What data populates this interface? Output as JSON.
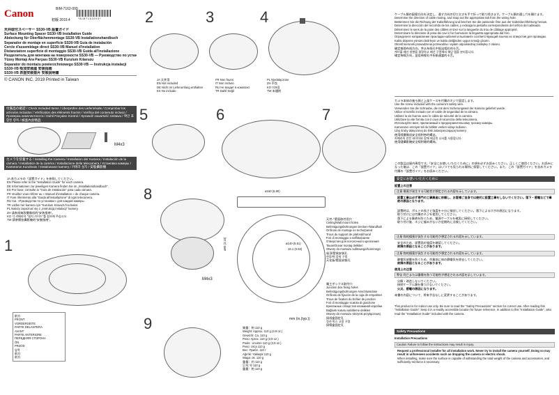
{
  "header": {
    "brand": "Canon",
    "doc_code": "BIM-7162-000",
    "edition": "初版   2019.4",
    "title_lines": [
      "天井取付スペーサー SS30-VB 設置ガイド",
      "Surface Mounting Spacer SS30-VB Installation Guide",
      "Abdeckung für Oberflächenmontage SS30-VB Installationshandbuch",
      "Separador de montaje en superficie SS30-VB Guía de instalación",
      "Cercle d'assemblage direct SS30-VB Manuel d'installation",
      "Distanziatore superficie di montaggio SS30-VB Guida all'installazione",
      "Разделитель для монтажа на поверхности SS30-VB — Руководство по установке",
      "Yüzey Montajı Ara Parçası SS30-VB Kurulum Kılavuzu",
      "Separator do montażu powierzchniowego SS30-VB — Instrukcja instalacji",
      "SS30-VB 吸顶安装座 安装指南",
      "SS30-VB 表面安裝墊片 安裝說明書"
    ],
    "copyright": "© CANON INC. 2019  Printed in Taiwan"
  },
  "accessories_bar": "付属品の確認 / Check Included Items / Überprüfen des Lieferinhalts / Comprobar los artículos incluidos / Vérification des éléments fournis / Verifica del contenuto incluso / Проверка комплектности / Dahil Parçaları Kontrol / Sprawdź zawartość zestawu / 확인 포함된 항목 / 檢查內含物品",
  "screw_label": "M4x3",
  "camera_bar": "カメラを装着する / Installing the Camera / Installation der Kamera / Instalación de la cámara / Installation de la caméra / Installazione della telecamera / Установка камеры / Kameranın Kurulması / Instalowanie kamery / 카메라 설치 / 安裝攝影機",
  "camera_langs": [
    "JA  各カメラの「設置ガイド」を参照してください。",
    "EN  Please refer to the \"Installation Guide\" for each camera.",
    "DE  Informationen zur jeweiligen Kamera finden Sie im „Installationshandbuch\".",
    "ES  Por favor, consulte la \"Guía de instalación\" para cada cámara.",
    "FR  Veuillez vous référer au « Manuel d'installation » de chaque caméra.",
    "IT  Fare riferimento alla \"Guida all'installazione\" di ogni telecamera.",
    "RU  См. «Руководство по установке» для каждой камеры.",
    "TR  Lütfen her kamera için \"Kurulum Kılavuzu\"na bakın.",
    "PL  Należy zapoznać się z „Instrukcją instalacji\" kamery.",
    "ZH  请参阅每款摄像机的\"安装指南\"。",
    "KO  각 카메라의 \"설치 가이드\"를 참조해 주십시오.",
    "TW  請參閱各攝影機的\"安裝指南\"。"
  ],
  "step1_legend": [
    "前方",
    "FRONT",
    "VORDERSEITE",
    "PARTE DELANTERA",
    "AVANT",
    "PARTE ANTERIORE",
    "ПЕРЕДНЯЯ СТОРОНА",
    "ÖN",
    "PRZÓD",
    "앞쪽",
    "前方",
    "前方"
  ],
  "step2_legend": [
    [
      "JA 天井用",
      "EN Not included",
      "DE Nicht im Lieferumfang enthalten",
      "ES No incluido"
    ],
    [
      "FR Non fourni",
      "IT Non incluso",
      "RU Не входит в комплект",
      "TR Dahil Değil"
    ],
    [
      "PL Niedołączone",
      "ZH 不含",
      "KO 미포함",
      "TW 未隨附"
    ]
  ],
  "step_numbers": [
    "1",
    "2",
    "3",
    "4",
    "5",
    "6",
    "7",
    "8",
    "9"
  ],
  "dimension_labels": {
    "width_top": "ø150 (5.90)",
    "inner": "ø140 (5.51)",
    "height": "16.1 (0.63)",
    "hole": "ø80 (3.15)",
    "units": "mm (in.(typ.))"
  },
  "ceiling_holes": [
    "天井 / 壁面取付用穴",
    "Ceiling/Wall mount holes",
    "Befestigungsbohrungen Decken-/Wandhalterung",
    "Orificios de montaje en techo/pared",
    "Trous du support de plafond/mural",
    "Fori di montaggio a soffitto/parete",
    "Отверстия для потолочного крепления",
    "Tavan/Duvar montaj delikleri",
    "Otwory do montażu sufitowego/ściennego",
    "吸顶/壁装安装孔",
    "천장/벽 장착 구멍",
    "天花板/壁面安裝孔"
  ],
  "junction_box": [
    "電工ボックス取付穴",
    "Junction box fixing holes",
    "Befestigungsbohrungen Anschlussdose",
    "Orificios de fijación de la caja de empalmes",
    "Trous de fixation du boîtier de jonction",
    "Fori di montaggio scatola di giunzione",
    "Крепежные отверстия клеммной коробки",
    "Bağlantı kutusu sabitleme delikleri",
    "Otwory do montażu skrzynki przyłączowej",
    "接线盒固定孔",
    "정션 박스 고정 구멍",
    "接線盒固定孔"
  ],
  "weight_lines": [
    "質量：約 110 g",
    "Weight: Approx. 110 g (3.9 oz.)",
    "Gewicht: Ca. 110 g",
    "Peso: Aprox. 110 g (3,9 oz.)",
    "Poids : environ 110 g (3,9 oz.)",
    "Peso: circa 110 g",
    "Вес: Прибл. 110 г",
    "Ağırlık: Yaklaşık 110 g",
    "Waga: ok. 110 g",
    "重量：约 110 g",
    "무게: 약 110 g",
    "重量：約 110 g"
  ],
  "right_top": {
    "jp_step4": [
      "ケーブル類の配線方向を決定し、通す方向の切り欠きを手で折って取り除きます。ケーブル類の通し穴を開けます。",
      "Determine the direction of cable routing, and snap out the appropriate tab from the wiring hole.",
      "Bestimmen Sie die Richtung der Kabelführung und brechen Sie die passende Öse aus der Kabeldurchführung heraus.",
      "Determine la dirección del recorrido de los cables, y extraiga la pestaña correspondiente del orificio del cableado.",
      "Déterminez le sens de la pose des câbles et tirez sur la languette du trou de câblage approprié.",
      "Determinare la direzione di posa dei cavi e far fuoriuscire la linguetta appropriata dal foro.",
      "Определите направление прокладки кабелей и выломите соответствующий язычок из отверстия для проводки.",
      "Kablo döşeme yönünü belirleyin ve kablo deliğinden uygun tırnağı çıkarın.",
      "Określ kierunek prowadzenia przewodów i wyłam odpowiednią zaślepkę z otworu.",
      "确定电缆布线方向，并从布线孔中扳出相应的卡舌。",
      "케이블 배선 방향을 결정하고 배선 구멍에서 해당 탭을 분리합니다.",
      "確定佈線方向，並從佈線孔中折斷適當的卡舌。"
    ],
    "jp_step5": [
      "カメラ本体の後ろ側と上部ケースを付属のネジで固定します。",
      "Use the screw included with the camera's safety wire.",
      "Verwenden Sie die Schraube, die mit dem Sicherungsseil der Kamera geliefert wurde.",
      "Utilice el tornillo incluido con el cable de seguridad de la cámara.",
      "Utilisez la vis fournie avec le câble de sécurité de la caméra.",
      "Utilizzare la vite fornita con il cavo di sicurezza della telecamera.",
      "Используйте винт, прилагаемый к предохранительному тросику камеры.",
      "Kameranın emniyet teli ile birlikte verilen vidayı kullanın.",
      "Użyj śruby dołączonej do linki zabezpieczającej kamery.",
      "使用随摄像机安全线附带的螺丝。",
      "카메라의 안전 와이어와 함께 제공된 나사를 사용합니다.",
      "使用隨攝影機安全線附贈的螺絲。"
    ],
    "intro": "この製品は屋内専用です。「安全にお使いいただくために」の項を必ずお読みください。正しくご使用ください。お読みになった後は、この「設置ガイド」はいつでも見られる場所に保管してください。また、この「設置ガイド」を含めカメラ付属の「設置ガイド」をお読みください。",
    "safety_bar": "安全にお使いいただくために",
    "install_note": "設置上の注意",
    "warning1": "注意  傷害が発生する可能性が想定される内容を示しています。",
    "warning_bold": "設置工事は必ず専門の工事業者に依頼し、お客様ご自身では絶対に設置工事をしないでください。落下・感電などで事故の原因となります。",
    "bullets_a": [
      "設置時は、ボルトの長さと強度を十分に検討してください。落下によるけがの原因になります。",
      "取り付けには付属のネジを使用してください。",
      "落下による事故を防ぐため、電源ケーブルを確実に接続してください。",
      "取り付け後、ネジに緩みがないか定期的に点検してください。"
    ],
    "caution_bar": "注意  物的損害が発生する可能性が想定される内容を示しています。",
    "caution_bullets": [
      "安全のため、設置面の強度を確認してください。",
      "故障の原因となることがあります。"
    ],
    "caution_bar2": "注意  物的損害が発生する可能性が想定される内容を示しています。",
    "caution_bullets2": [
      "静電気放電を防ぐため、作業前に体の静電気を除去してください。",
      "故障の原因となることがあります。"
    ],
    "after_install": "使用上の注意",
    "warning2": "警告  死亡または重傷を負う可能性が想定される内容を示しています。",
    "bullets_b": [
      "分解・改造しないでください。",
      "接続ケーブル類を傷つけないでください。",
      "火災、感電の原因になります。"
    ],
    "closing": "本書の内容について、将来予告なしに変更することがあります。",
    "en_intro": "This product is for indoor use only. Be sure to read the \"Safety Precautions\" section for correct use. After reading this \"Installation Guide\", keep it in a readily accessible location for future reference. In addition to this \"Installation Guide\", also read the \"Installation Guide\" included with the camera.",
    "en_safety_bar": "Safety Precautions",
    "en_install_prec": "Installation Precautions",
    "en_caution": "Caution  Failure to follow the instructions may result in injury.",
    "en_bullets": [
      "Request a professional installer for all installation work. Never try to install the camera yourself. Doing so may result in unforeseen accidents such as dropping the camera or electric shock.",
      "When installing, make sure the surface is capable of withstanding the total weight of the camera and accessories, and sufficiently reinforce it necessary."
    ]
  },
  "barcode_number": "* B I M 7 1 6 2 0 0 0 *"
}
